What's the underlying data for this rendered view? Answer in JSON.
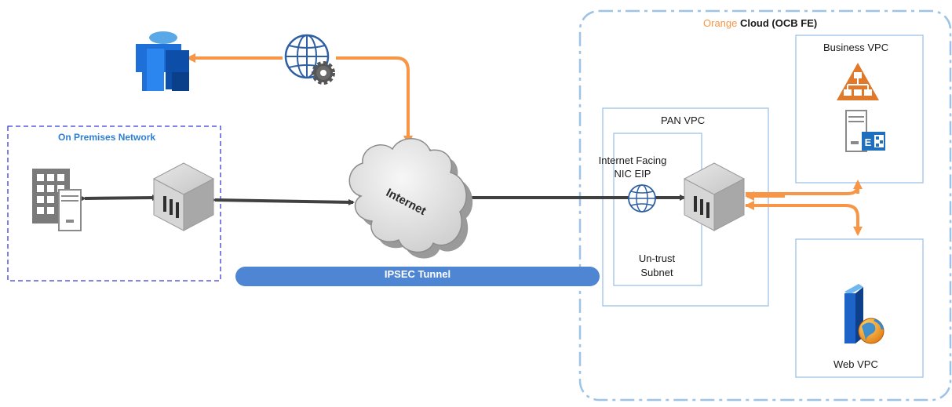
{
  "labels": {
    "on_premises": "On Premises Network",
    "cloud_brand": "Orange",
    "cloud_rest": " Cloud (OCB FE)",
    "business_vpc": "Business VPC",
    "pan_vpc": "PAN VPC",
    "web_vpc": "Web VPC",
    "nic_eip": "Internet Facing NIC EIP",
    "untrust_subnet": "Un-trust Subnet",
    "internet": "Internet",
    "ipsec_tunnel": "IPSEC Tunnel"
  },
  "colors": {
    "orange": "#f79646",
    "blue_box": "#9dc3e6",
    "dashed_blue": "#3a3ad6",
    "tunnel": "#4f86d4",
    "arrow_dark": "#404040"
  },
  "icons": [
    "user-icon",
    "globe-gear-icon",
    "building-server-icon",
    "firewall-icon",
    "cloud-icon",
    "globe-icon",
    "network-hierarchy-icon",
    "exchange-server-icon",
    "web-server-icon"
  ]
}
